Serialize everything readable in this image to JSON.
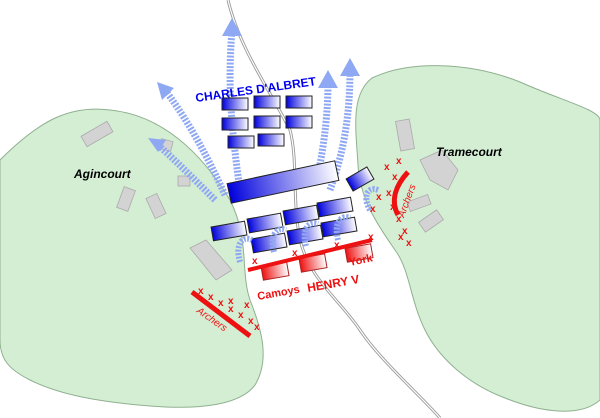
{
  "labels": {
    "french_commander": "CHARLES D'ALBRET",
    "english_commander": "HENRY V",
    "left_noble": "Camoys",
    "right_noble": "York",
    "left_town": "Agincourt",
    "right_town": "Tramecourt",
    "archers_left": "Archers",
    "archers_right": "Archers"
  },
  "colors": {
    "woods": "#d4eed4",
    "woods_edge": "#8fb08f",
    "buildings": "#d3d3d3",
    "french": "#0000ee",
    "french_arrow": "#8fa8f4",
    "english": "#ee1111",
    "road": "#9a9a9a"
  }
}
